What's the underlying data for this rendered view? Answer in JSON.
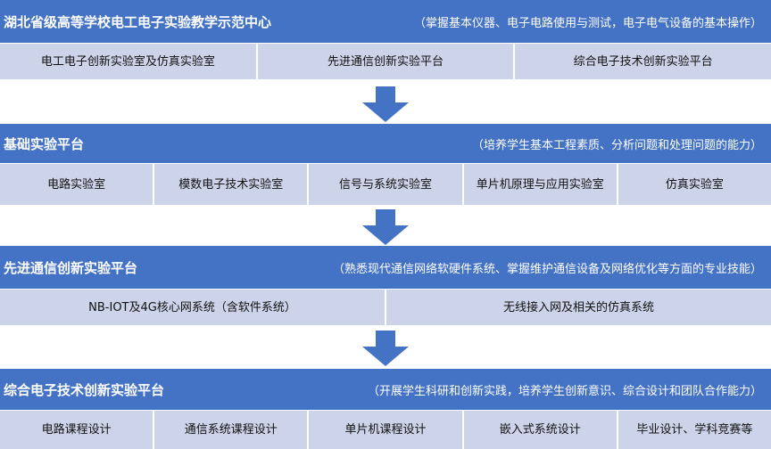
{
  "colors": {
    "header": "#4472c4",
    "row": "#cdd4ea",
    "arrow": "#4472c4"
  },
  "top": {
    "title": "湖北省级高等学校电工电子实验教学示范中心",
    "desc": "（掌握基本仪器、电子电路使用与测试，电子电气设备的基本操作）",
    "items": [
      "电工电子创新实验室及仿真实验室",
      "先进通信创新实验平台",
      "综合电子技术创新实验平台"
    ]
  },
  "basic": {
    "title": "基础实验平台",
    "desc": "（培养学生基本工程素质、分析问题和处理问题的能力）",
    "items": [
      "电路实验室",
      "模数电子技术实验室",
      "信号与系统实验室",
      "单片机原理与应用实验室",
      "仿真实验室"
    ]
  },
  "comm": {
    "title": "先进通信创新实验平台",
    "desc": "（熟悉现代通信网络软硬件系统、掌握维护通信设备及网络优化等方面的专业技能）",
    "items": [
      "NB-IOT及4G核心网系统（含软件系统）",
      "无线接入网及相关的仿真系统"
    ]
  },
  "elec": {
    "title": "综合电子技术创新实验平台",
    "desc": "（开展学生科研和创新实践，培养学生创新意识、综合设计和团队合作能力）",
    "items": [
      "电路课程设计",
      "通信系统课程设计",
      "单片机课程设计",
      "嵌入式系统设计",
      "毕业设计、学科竞赛等"
    ]
  }
}
